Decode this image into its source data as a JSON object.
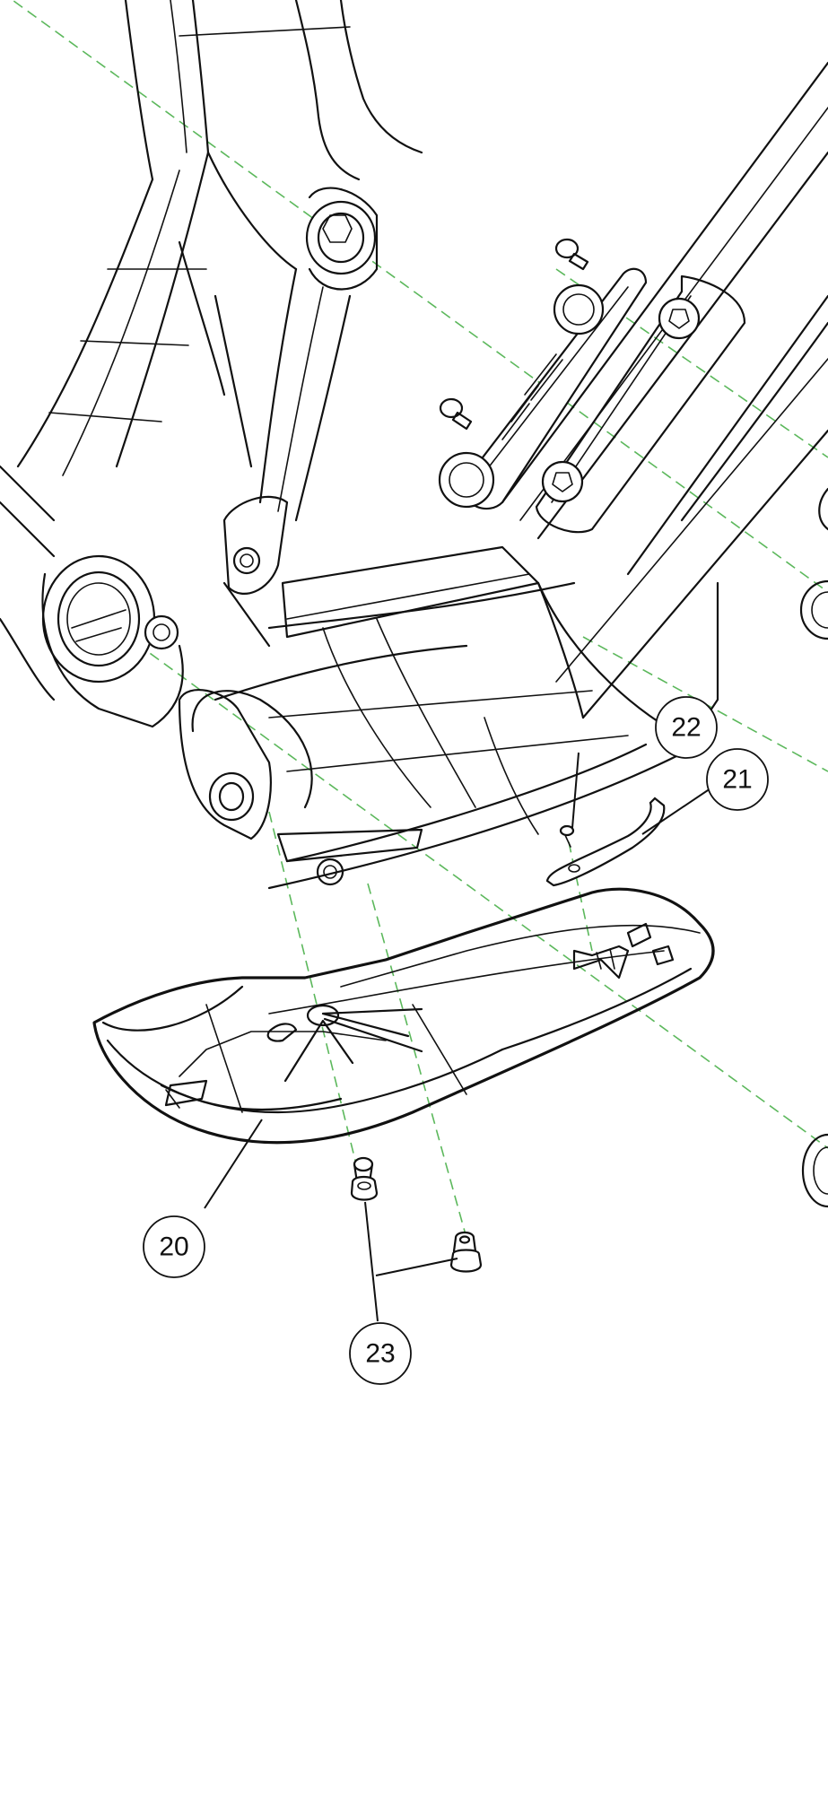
{
  "diagram": {
    "type": "exploded-assembly-drawing",
    "colors": {
      "line": "#111111",
      "axis_lines": "#5cb85c",
      "background": "#ffffff"
    },
    "callouts": [
      {
        "id": "20",
        "label": "20"
      },
      {
        "id": "21",
        "label": "21"
      },
      {
        "id": "22",
        "label": "22"
      },
      {
        "id": "23",
        "label": "23"
      }
    ]
  }
}
